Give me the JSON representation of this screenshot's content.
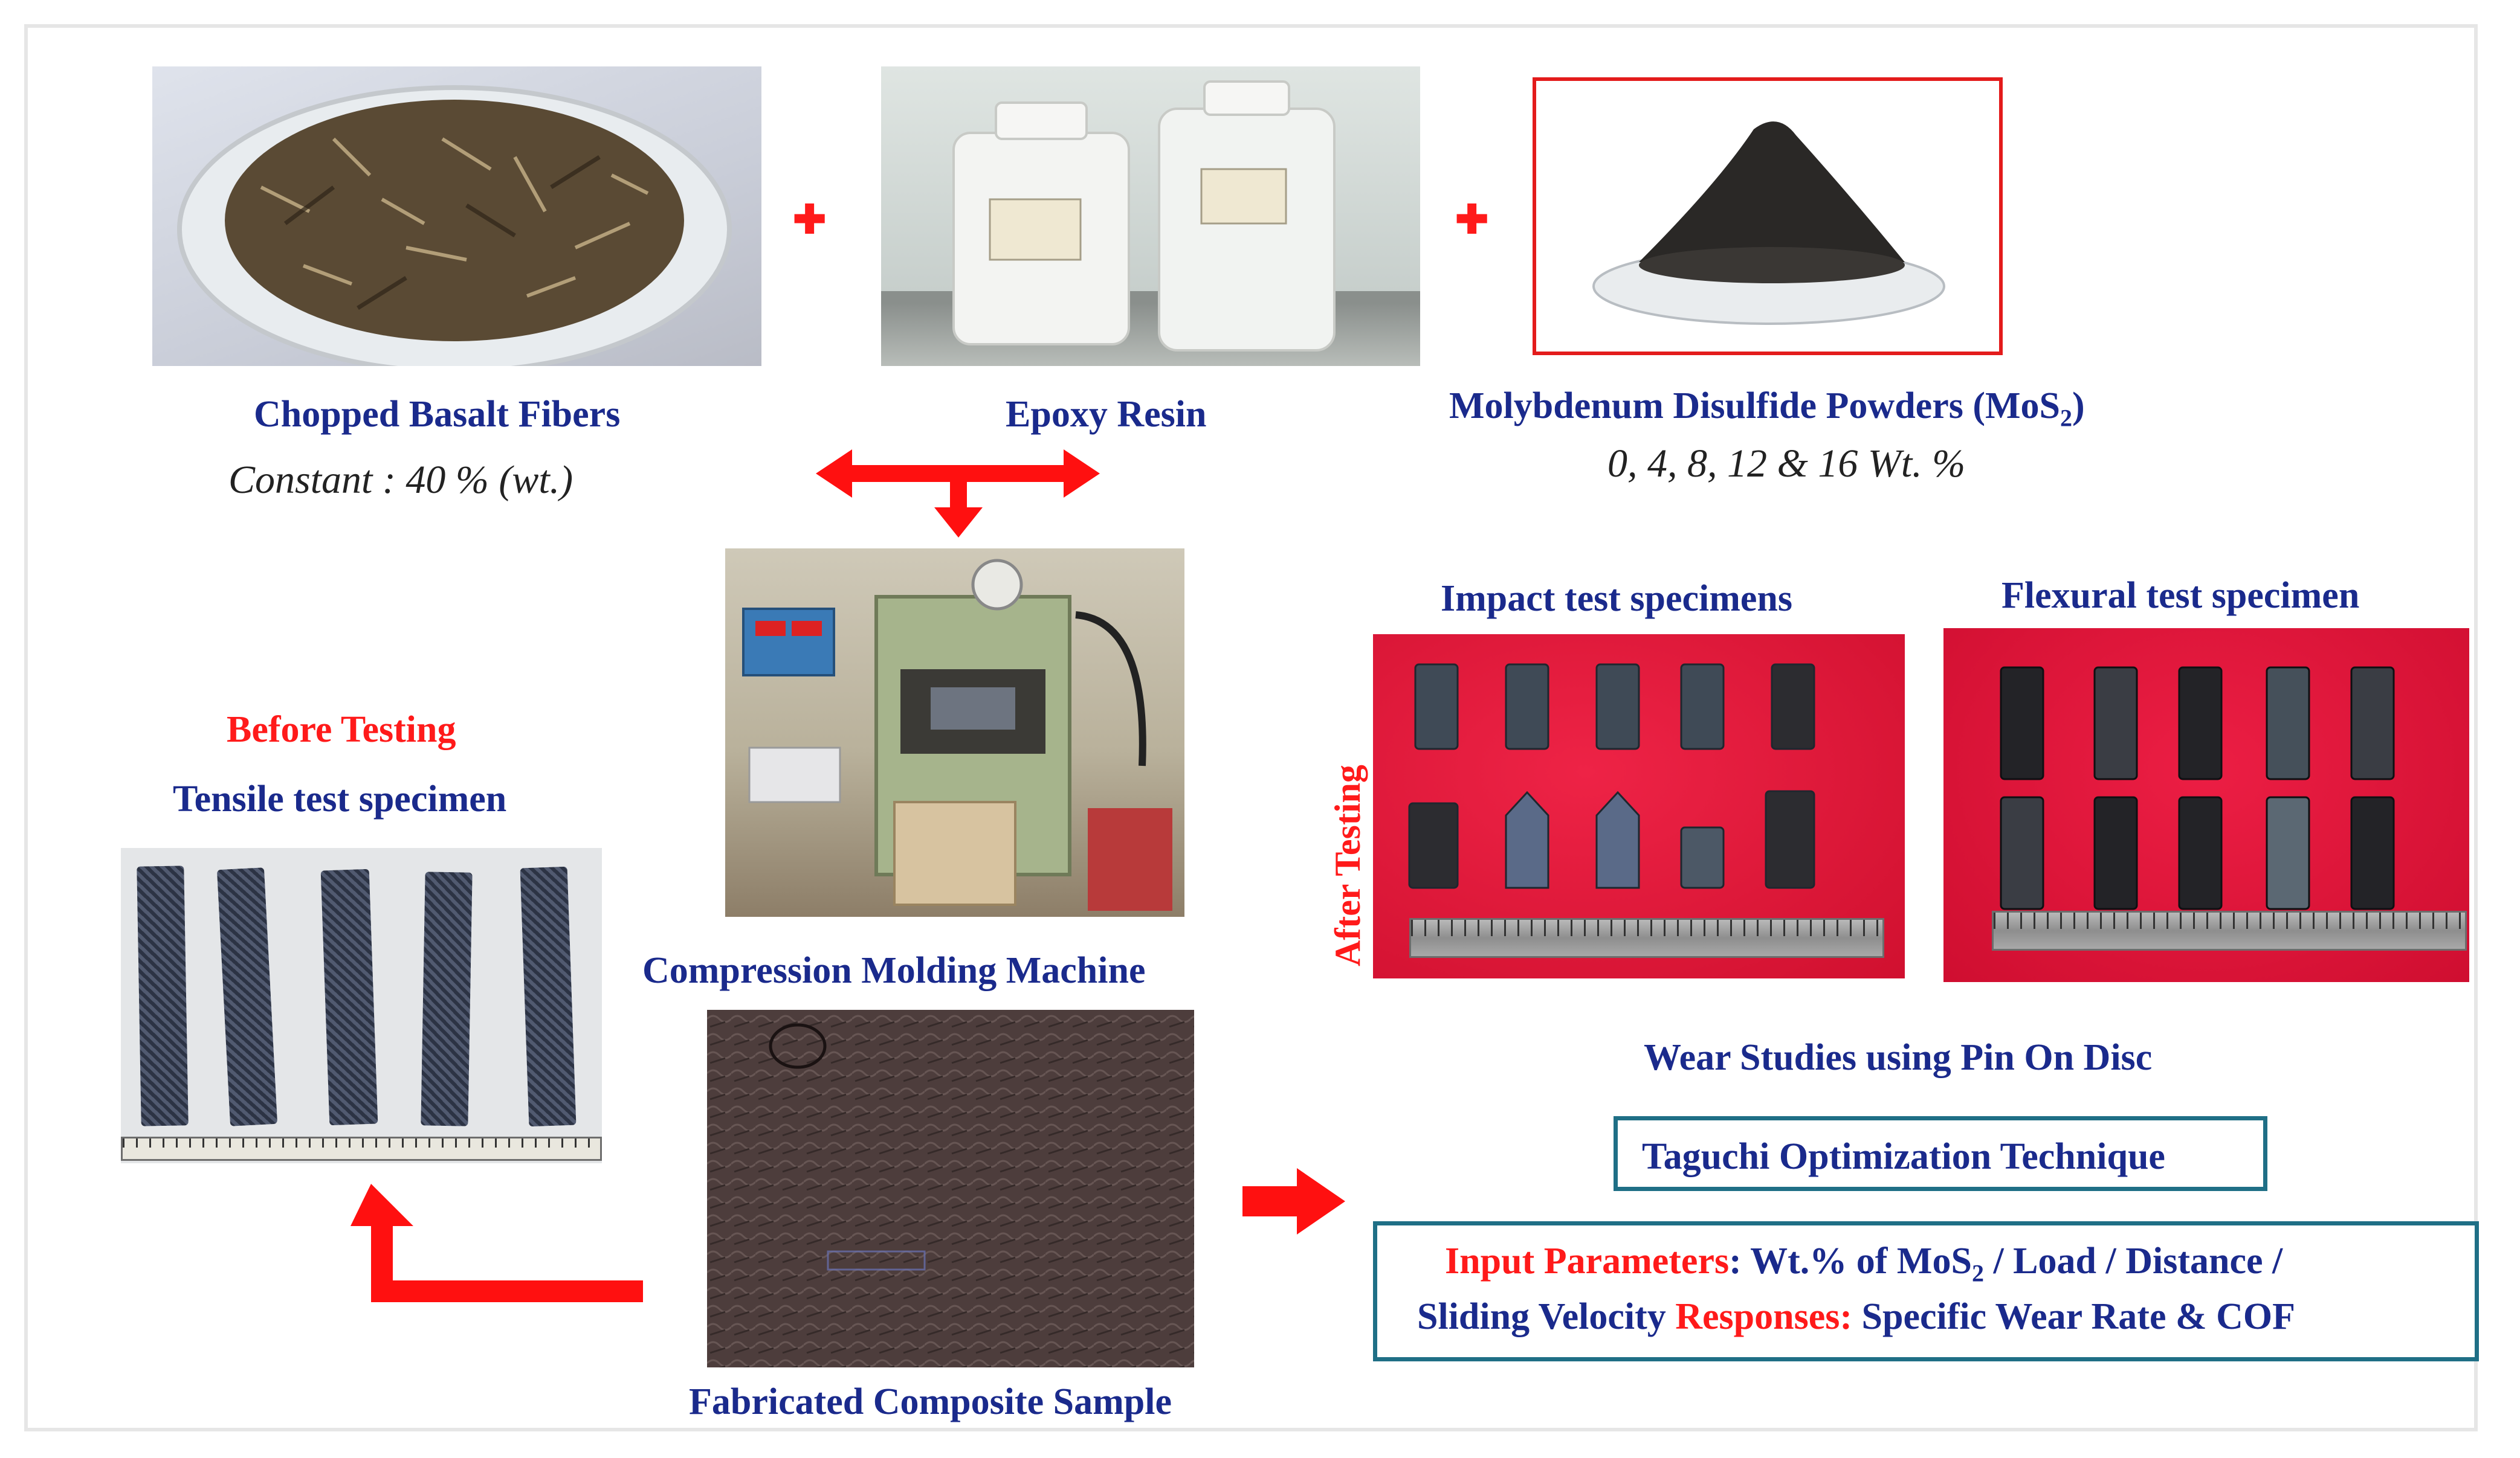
{
  "materials": {
    "basalt": {
      "title": "Chopped Basalt Fibers",
      "note": "Constant : 40 % (wt.)"
    },
    "epoxy": {
      "title": "Epoxy Resin"
    },
    "mos2": {
      "title_prefix": "Molybdenum Disulfide Powders (MoS",
      "title_sub": "2",
      "title_suffix": ")",
      "note": "0, 4, 8, 12 & 16 Wt. %"
    }
  },
  "plus_symbol": "✚",
  "process": {
    "machine_label": "Compression Molding Machine",
    "sample_label": "Fabricated Composite Sample"
  },
  "testing": {
    "before_label": "Before Testing",
    "tensile_label": "Tensile test specimen",
    "after_label": "After Testing",
    "impact_label": "Impact test specimens",
    "flexural_label": "Flexural test specimen",
    "wear_label": "Wear Studies using Pin On Disc"
  },
  "optimization": {
    "technique": "Taguchi Optimization Technique",
    "input_label": "Input Parameters",
    "input_colon": ":",
    "input_prefix": " Wt.% of MoS",
    "input_sub": "2",
    "input_suffix": " / Load / Distance /",
    "line2_prefix": "Sliding Velocity ",
    "responses_label": "Responses:",
    "responses_text": " Specific Wear Rate & COF"
  },
  "colors": {
    "label_blue": "#1a2a8c",
    "accent_red": "#ff1a1a",
    "box_teal": "#1f6f86"
  }
}
